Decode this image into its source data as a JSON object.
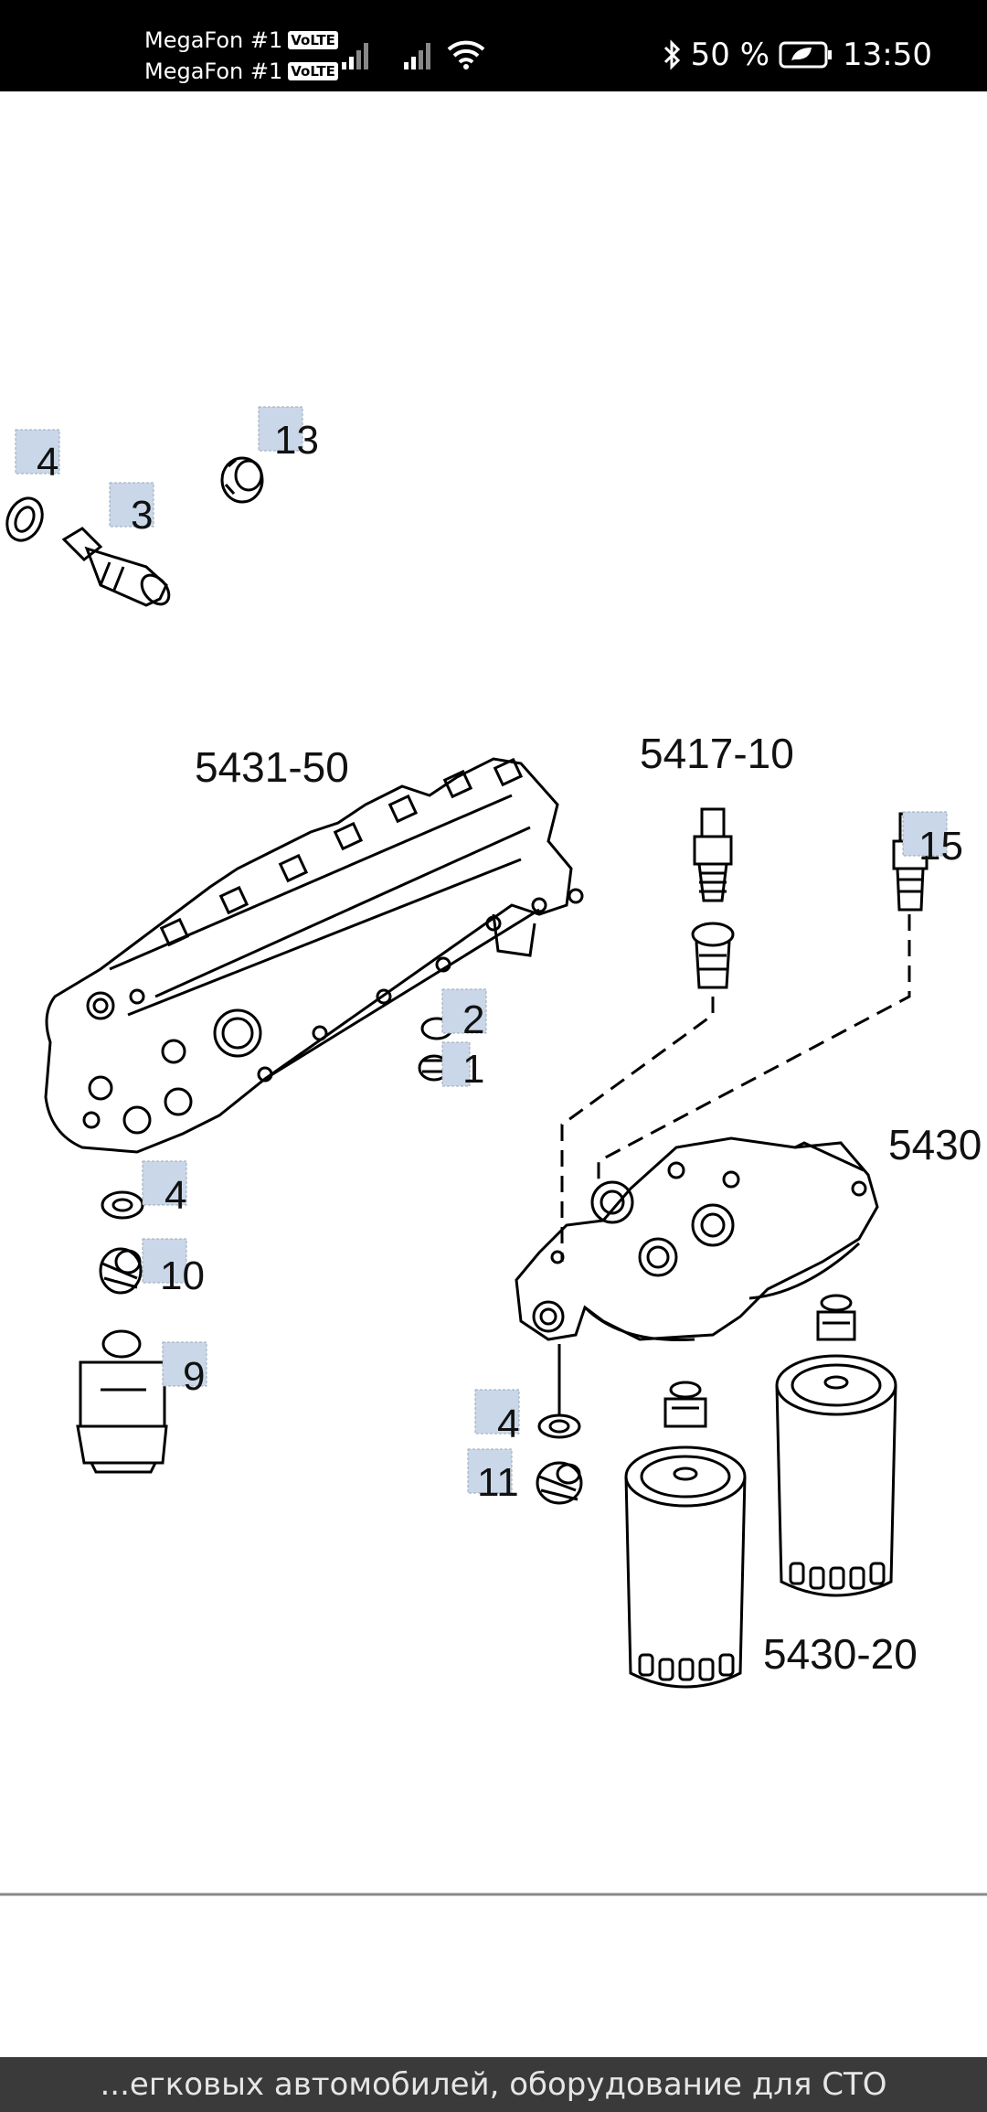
{
  "status_bar": {
    "carrier_1": "MegaFon #1",
    "carrier_2": "MegaFon #1",
    "volte": "VoLTE",
    "battery_percent": "50 %",
    "time": "13:50"
  },
  "diagram": {
    "labels": {
      "part_13": "13",
      "part_4_top": "4",
      "part_3": "3",
      "group_5431_50": "5431-50",
      "group_5417_10": "5417-10",
      "part_15": "15",
      "part_2": "2",
      "part_1": "1",
      "group_5430": "5430",
      "part_4_left": "4",
      "part_10": "10",
      "part_9": "9",
      "part_4_right": "4",
      "part_11": "11",
      "group_5430_20": "5430-20"
    }
  },
  "bottom_bar": {
    "text": "...егковых автомобилей, оборудование для СТО"
  }
}
